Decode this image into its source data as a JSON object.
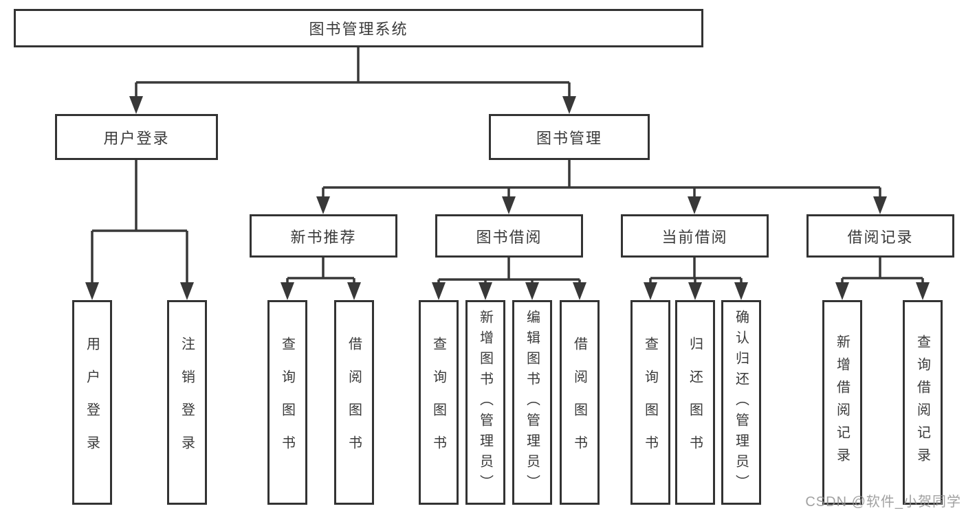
{
  "tree": {
    "root": {
      "label": "图书管理系统"
    },
    "branches": [
      {
        "label": "用户登录",
        "children": [
          {
            "label": "用户登录"
          },
          {
            "label": "注销登录"
          }
        ]
      },
      {
        "label": "图书管理",
        "children": [
          {
            "label": "新书推荐",
            "children": [
              {
                "label": "查询图书"
              },
              {
                "label": "借阅图书"
              }
            ]
          },
          {
            "label": "图书借阅",
            "children": [
              {
                "label": "查询图书"
              },
              {
                "label": "新增图书（管理员）"
              },
              {
                "label": "编辑图书（管理员）"
              },
              {
                "label": "借阅图书"
              }
            ]
          },
          {
            "label": "当前借阅",
            "children": [
              {
                "label": "查询图书"
              },
              {
                "label": "归还图书"
              },
              {
                "label": "确认归还（管理员）"
              }
            ]
          },
          {
            "label": "借阅记录",
            "children": [
              {
                "label": "新增借阅记录"
              },
              {
                "label": "查询借阅记录"
              }
            ]
          }
        ]
      }
    ]
  },
  "watermark": {
    "text": "CSDN @软件_小贺同学"
  },
  "colors": {
    "line": "#383838",
    "box_border": "#333333",
    "text": "#3a3a3a",
    "watermark": "#919191",
    "background": "#ffffff"
  }
}
